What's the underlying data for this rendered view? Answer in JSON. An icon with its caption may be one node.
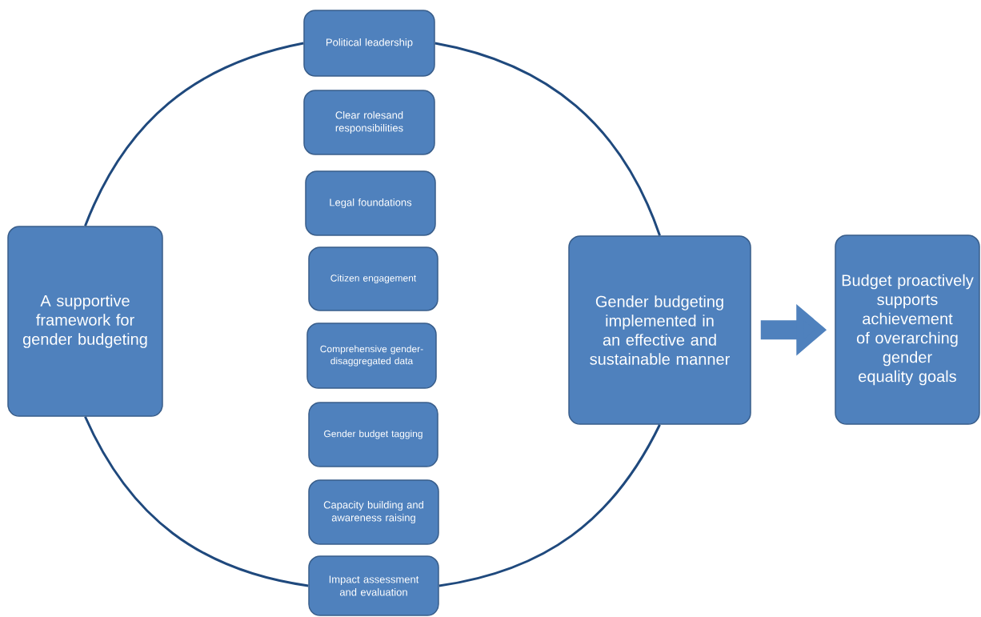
{
  "diagram": {
    "nodes": [
      {
        "text": [
          "A supportive framework for gender budgeting"
        ]
      },
      {
        "text": [
          "Political leadership"
        ]
      },
      {
        "text": [
          "Clear rolesand responsibilities"
        ]
      },
      {
        "text": [
          "Legal foundations"
        ]
      },
      {
        "text": [
          "Citizen engagement"
        ]
      },
      {
        "text": [
          "Comprehensive gender-disaggregated data"
        ]
      },
      {
        "text": [
          "Gender budget tagging"
        ]
      },
      {
        "text": [
          "Capacity building and awareness raising"
        ]
      },
      {
        "text": [
          "Impact assessment and evaluation"
        ]
      },
      {
        "text": [
          "Gender budgeting implemented in an effective and sustainable manner"
        ]
      },
      {
        "text": [
          "Budget proactively supports achievement of overarching gender equality goals"
        ]
      }
    ],
    "edges": [
      {
        "from": 0,
        "to": 1,
        "arrow": "none"
      },
      {
        "from": 1,
        "to": 9,
        "arrow": "none"
      },
      {
        "from": 9,
        "to": 8,
        "arrow": "none"
      },
      {
        "from": 8,
        "to": 0,
        "arrow": "none"
      },
      {
        "from": 9,
        "to": 10,
        "arrow": "to",
        "style": "thick",
        "color": "#4f81bd"
      }
    ]
  }
}
